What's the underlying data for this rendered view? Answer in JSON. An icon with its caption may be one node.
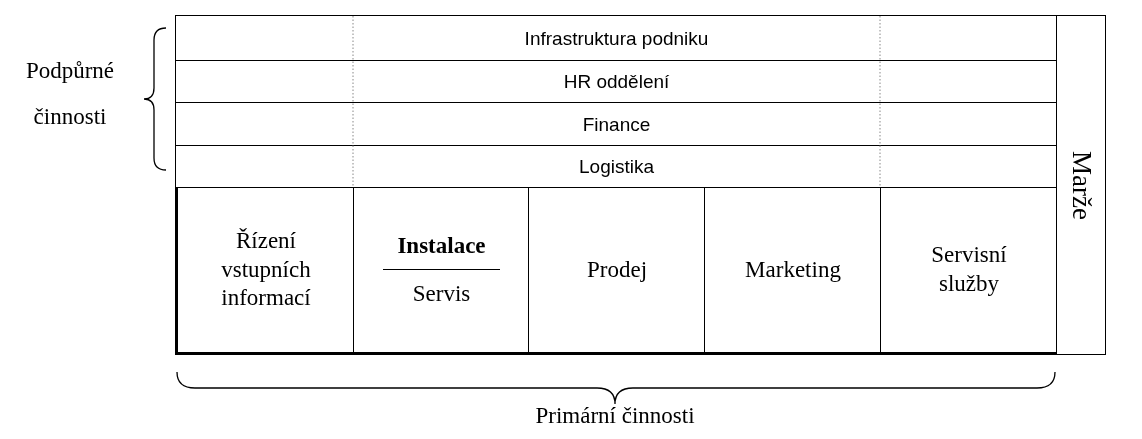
{
  "diagram": {
    "nodes": [
      {
        "text": [
          "Infrastruktura podniku"
        ]
      },
      {
        "text": [
          "HR oddělení"
        ]
      },
      {
        "text": [
          "Finance"
        ]
      },
      {
        "text": [
          "Logistika"
        ]
      },
      {
        "text": [
          "Řízení vstupních informací"
        ]
      },
      {
        "text": [
          "Instalace",
          "Servis"
        ]
      },
      {
        "text": [
          "Prodej"
        ]
      },
      {
        "text": [
          "Marketing"
        ]
      },
      {
        "text": [
          "Servisní služby"
        ]
      },
      {
        "text": [
          "Marže"
        ]
      }
    ],
    "labels": [
      "Podpůrné činnosti",
      "Primární činnosti"
    ]
  }
}
